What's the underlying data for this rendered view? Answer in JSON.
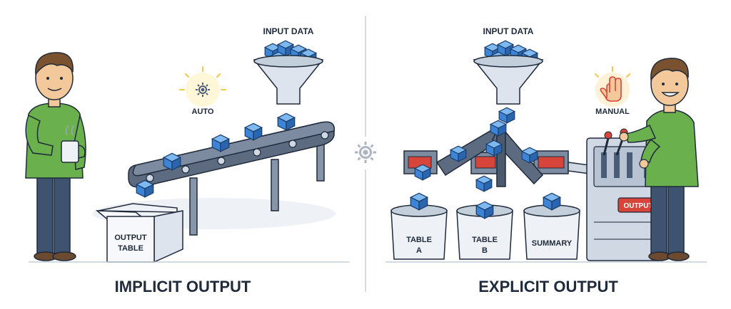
{
  "left_panel": {
    "input_label": "INPUT DATA",
    "auto_label": "AUTO",
    "box_label_line1": "OUTPUT",
    "box_label_line2": "TABLE",
    "caption": "IMPLICIT OUTPUT"
  },
  "right_panel": {
    "input_label": "INPUT DATA",
    "manual_label": "MANUAL",
    "bin_a_line1": "TABLE",
    "bin_a_line2": "A",
    "bin_b_line1": "TABLE",
    "bin_b_line2": "B",
    "bin_summary": "SUMMARY",
    "output_button": "OUTPUT",
    "caption": "EXPLICIT OUTPUT"
  },
  "icons": {
    "left": [
      "person-with-mug",
      "gear-icon",
      "funnel-icon",
      "conveyor-belt",
      "cardboard-box"
    ],
    "center": [
      "gear-icon"
    ],
    "right": [
      "funnel-icon",
      "splitting-conveyors",
      "bin-icon",
      "hand-icon",
      "control-panel",
      "person-operator"
    ]
  },
  "colors": {
    "cube": "#3d84d6",
    "shirt": "#6ab04c",
    "pants": "#3f5370",
    "metal": "#cfd8e3",
    "accent_red": "#d7453a",
    "glow": "#f6c645"
  }
}
